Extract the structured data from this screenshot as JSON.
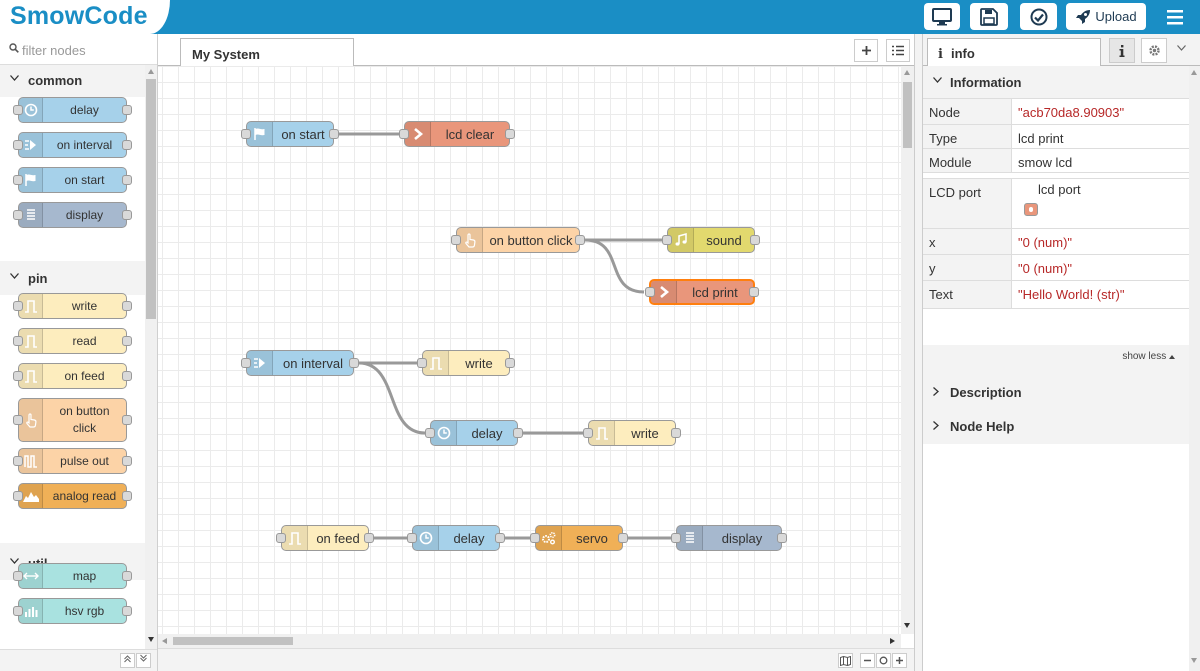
{
  "app": {
    "title": "SmowCode",
    "upload_label": "Upload",
    "colors": {
      "brand": "#1a8ec5",
      "selected": "#ff7f0e",
      "string_value": "#b72828"
    }
  },
  "palette": {
    "filter_placeholder": "filter nodes",
    "categories": [
      {
        "name": "common",
        "nodes": [
          {
            "label": "delay",
            "icon": "clock-icon",
            "color": "#a6d1ea"
          },
          {
            "label": "on interval",
            "icon": "arrow-right-icon",
            "color": "#a6d1ea"
          },
          {
            "label": "on start",
            "icon": "flag-icon",
            "color": "#a6d1ea"
          },
          {
            "label": "display",
            "icon": "lines-icon",
            "color": "#a6b8ce"
          }
        ]
      },
      {
        "name": "pin",
        "nodes": [
          {
            "label": "write",
            "icon": "pulse-icon",
            "color": "#fdedbe"
          },
          {
            "label": "read",
            "icon": "pulse-icon",
            "color": "#fdedbe"
          },
          {
            "label": "on feed",
            "icon": "pulse-icon",
            "color": "#fdedbe"
          },
          {
            "label": "on button click",
            "icon": "hand-icon",
            "color": "#fcd3a7"
          },
          {
            "label": "pulse out",
            "icon": "pulse-double-icon",
            "color": "#fcd3a7"
          },
          {
            "label": "analog read",
            "icon": "wave-icon",
            "color": "#f0b057"
          }
        ]
      },
      {
        "name": "util",
        "nodes": [
          {
            "label": "map",
            "icon": "map-arrows-icon",
            "color": "#a9e2e0"
          },
          {
            "label": "hsv rgb",
            "icon": "bars-icon",
            "color": "#a9e2e0"
          }
        ]
      }
    ]
  },
  "workspace": {
    "tab_label": "My System",
    "nodes": [
      {
        "id": "n1",
        "label": "on start",
        "icon": "flag-icon",
        "color": "#a6d1ea"
      },
      {
        "id": "n2",
        "label": "lcd clear",
        "icon": "chevron-right-icon",
        "color": "#e9967b"
      },
      {
        "id": "n3",
        "label": "on button click",
        "icon": "hand-icon",
        "color": "#fcd3a7"
      },
      {
        "id": "n4",
        "label": "sound",
        "icon": "music-icon",
        "color": "#e2d96e"
      },
      {
        "id": "n5",
        "label": "lcd print",
        "icon": "chevron-right-icon",
        "color": "#e9967b"
      },
      {
        "id": "n6",
        "label": "on interval",
        "icon": "arrow-right-icon",
        "color": "#a6d1ea"
      },
      {
        "id": "n7",
        "label": "write",
        "icon": "pulse-icon",
        "color": "#fdedbe"
      },
      {
        "id": "n8",
        "label": "delay",
        "icon": "clock-icon",
        "color": "#a6d1ea"
      },
      {
        "id": "n9",
        "label": "write",
        "icon": "pulse-icon",
        "color": "#fdedbe"
      },
      {
        "id": "n10",
        "label": "on feed",
        "icon": "pulse-icon",
        "color": "#fdedbe"
      },
      {
        "id": "n11",
        "label": "delay",
        "icon": "clock-icon",
        "color": "#a6d1ea"
      },
      {
        "id": "n12",
        "label": "servo",
        "icon": "gears-icon",
        "color": "#f0b057"
      },
      {
        "id": "n13",
        "label": "display",
        "icon": "lines-icon",
        "color": "#a6b8ce"
      }
    ],
    "links": [
      [
        "n1",
        "n2"
      ],
      [
        "n3",
        "n4"
      ],
      [
        "n3",
        "n5"
      ],
      [
        "n6",
        "n7"
      ],
      [
        "n6",
        "n8"
      ],
      [
        "n8",
        "n9"
      ],
      [
        "n10",
        "n11"
      ],
      [
        "n11",
        "n12"
      ],
      [
        "n12",
        "n13"
      ]
    ],
    "selected_node": "n5"
  },
  "sidebar": {
    "tab_label": "info",
    "information_title": "Information",
    "rows": [
      {
        "key": "Node",
        "value": "\"acb70da8.90903\"",
        "type": "str"
      },
      {
        "key": "Type",
        "value": "lcd print",
        "type": "plain"
      },
      {
        "key": "Module",
        "value": "smow lcd",
        "type": "plain"
      },
      {
        "key": "LCD port",
        "value": "lcd port",
        "type": "port"
      },
      {
        "key": "x",
        "value": "\"0 (num)\"",
        "type": "str"
      },
      {
        "key": "y",
        "value": "\"0 (num)\"",
        "type": "str"
      },
      {
        "key": "Text",
        "value": "\"Hello World! (str)\"",
        "type": "str"
      }
    ],
    "show_less": "show less",
    "description_title": "Description",
    "node_help_title": "Node Help"
  }
}
